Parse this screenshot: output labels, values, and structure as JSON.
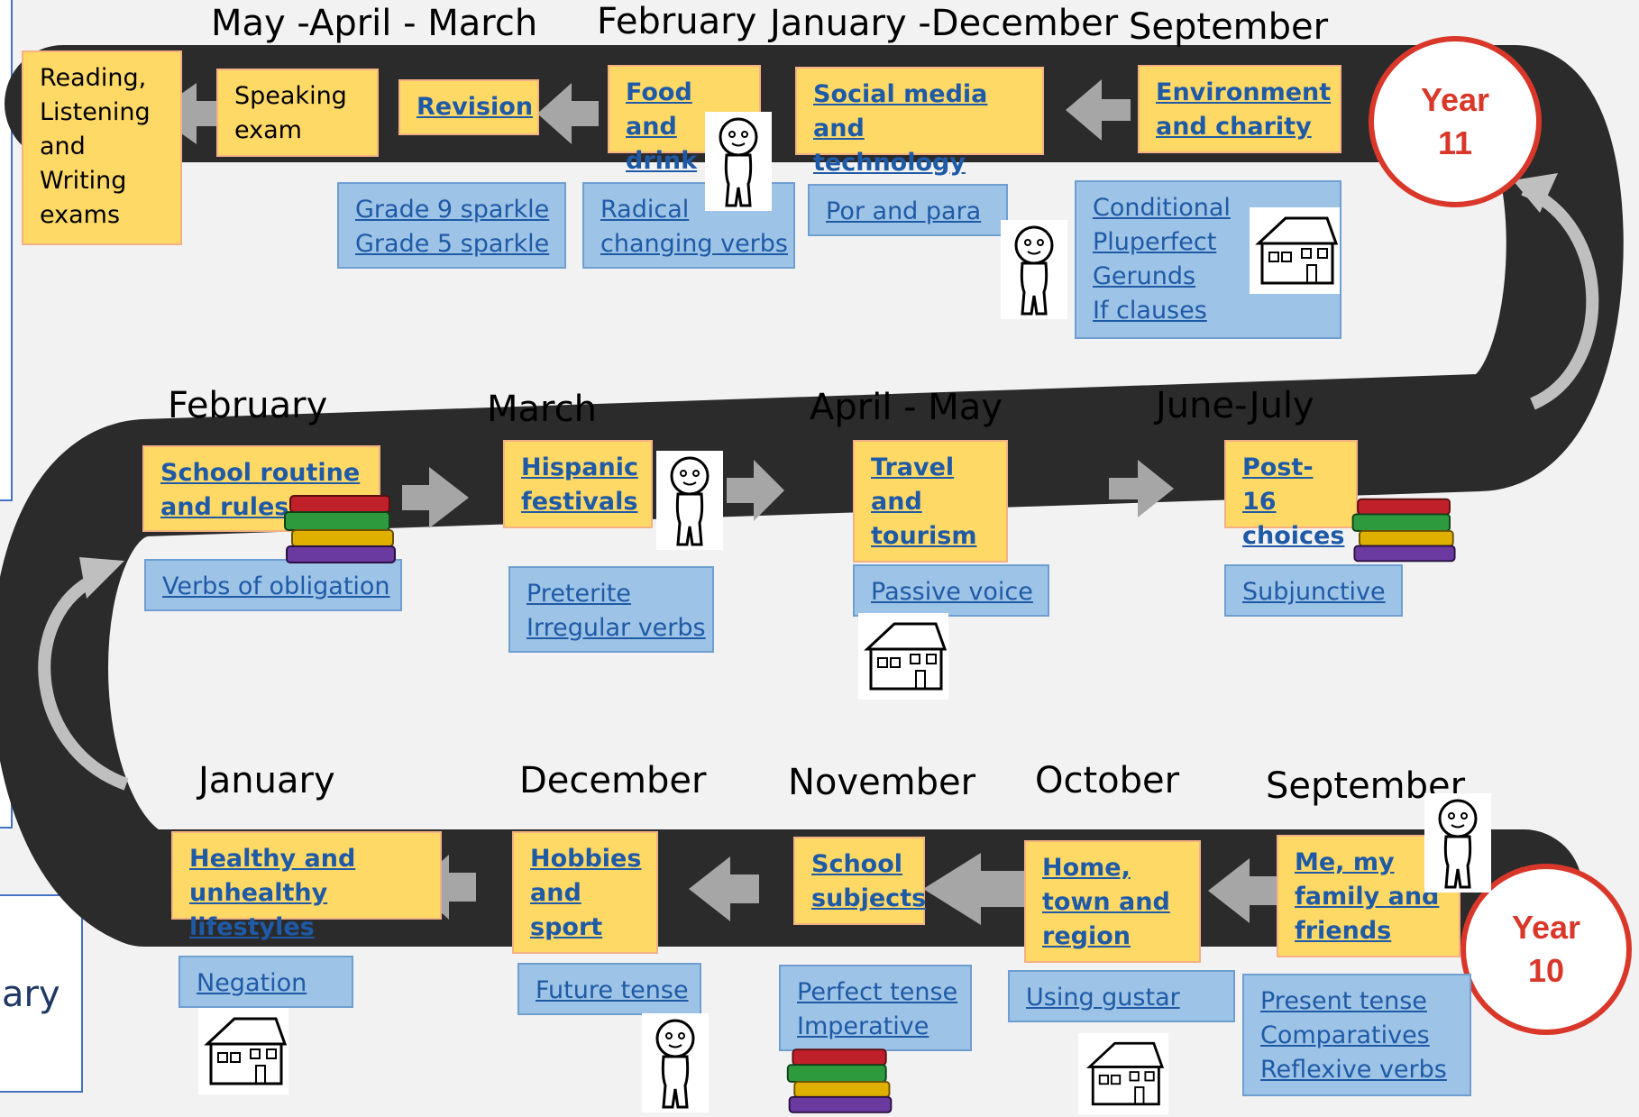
{
  "year11": {
    "label_line1": "Year",
    "label_line2": "11"
  },
  "year10": {
    "label_line1": "Year",
    "label_line2": "10"
  },
  "months": {
    "top_may_march": "May -April - March",
    "top_february": "February",
    "top_jan_dec": "January -December",
    "top_september": "September",
    "mid_february": "February",
    "mid_march": "March",
    "mid_april_may": "April - May",
    "mid_june_july": "June-July",
    "bot_january": "January",
    "bot_december": "December",
    "bot_november": "November",
    "bot_october": "October",
    "bot_september": "September"
  },
  "topics": {
    "exams": [
      "Reading,",
      "Listening",
      "and",
      "Writing",
      "exams"
    ],
    "speaking": [
      "Speaking",
      "exam"
    ],
    "revision": [
      "Revision"
    ],
    "food": [
      "Food and",
      "drink"
    ],
    "social": [
      "Social media and",
      "technology"
    ],
    "environment": [
      "Environment",
      "and charity"
    ],
    "school_routine": [
      "School routine",
      "and rules"
    ],
    "hispanic": [
      "Hispanic",
      "festivals"
    ],
    "travel": [
      "Travel",
      "and",
      "tourism"
    ],
    "post16": [
      "Post-16",
      "choices"
    ],
    "healthy": [
      "Healthy and",
      "unhealthy lifestyles"
    ],
    "hobbies": [
      "Hobbies",
      "and",
      "sport"
    ],
    "school_subjects": [
      "School",
      "subjects"
    ],
    "home": [
      "Home,",
      "town and",
      "region"
    ],
    "me_family": [
      "Me, my",
      "family and",
      "friends"
    ]
  },
  "grammar": {
    "sparkle": [
      "Grade 9 sparkle",
      "Grade 5 sparkle"
    ],
    "radical": [
      "Radical",
      "changing verbs"
    ],
    "por_para": [
      "Por and para"
    ],
    "conditional": [
      "Conditional",
      "Pluperfect",
      "Gerunds",
      "If clauses"
    ],
    "obligation": [
      "Verbs of obligation"
    ],
    "preterite": [
      "Preterite",
      "Irregular verbs"
    ],
    "passive": [
      "Passive voice"
    ],
    "subjunctive": [
      "Subjunctive"
    ],
    "negation": [
      "Negation"
    ],
    "future": [
      "Future tense"
    ],
    "perfect": [
      "Perfect tense",
      "Imperative"
    ],
    "gustar": [
      "Using gustar"
    ],
    "present": [
      "Present tense",
      "Comparatives",
      "Reflexive verbs"
    ]
  },
  "fragment_text": "ary",
  "colors": {
    "road": "#2b2b2b",
    "topic_bg": "#ffd966",
    "grammar_bg": "#9dc3e6",
    "badge": "#d9372a",
    "link": "#1f5aa6"
  },
  "icons": [
    "person-icon",
    "house-icon",
    "books-icon",
    "arrow-icon"
  ]
}
